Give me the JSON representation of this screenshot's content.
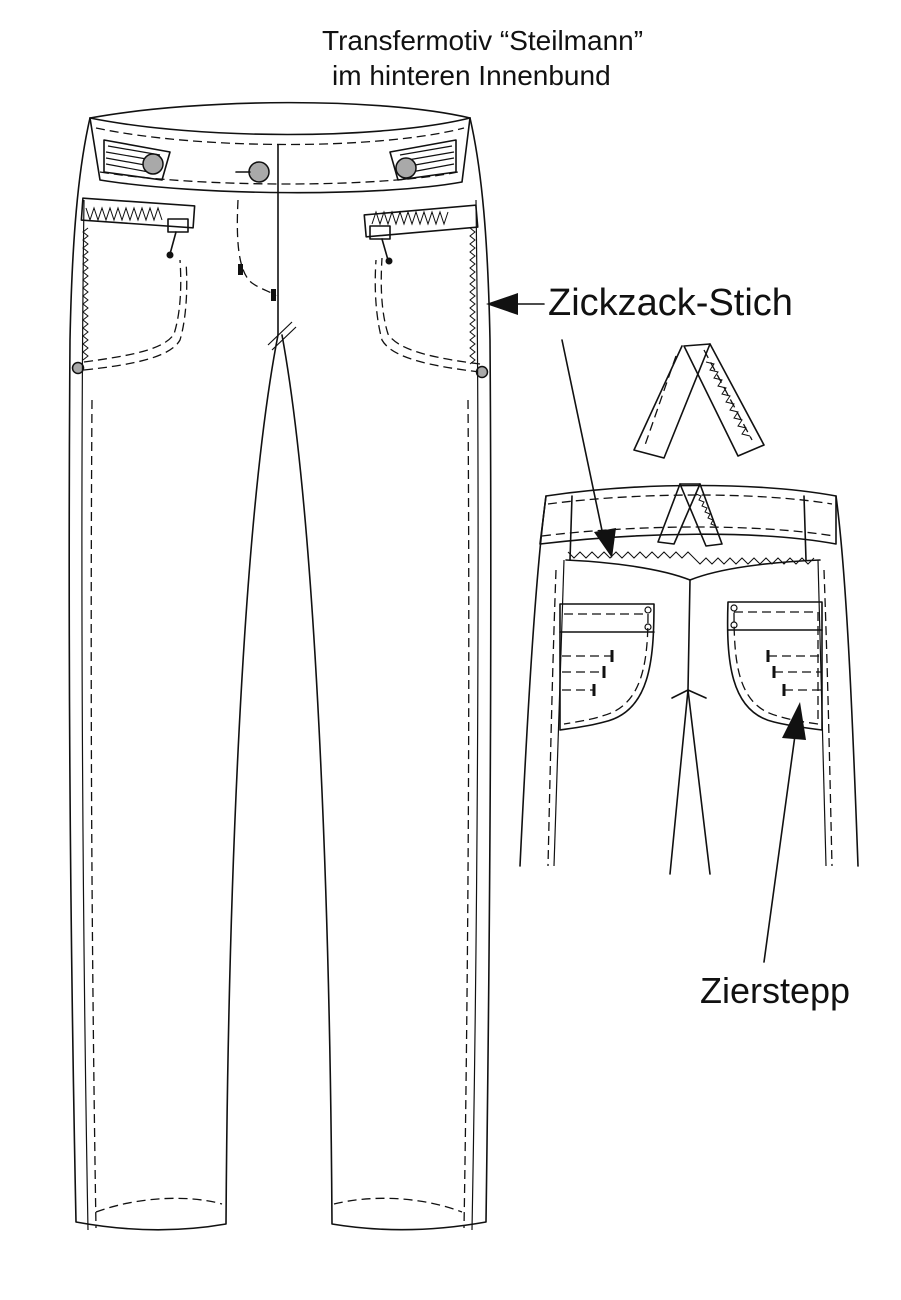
{
  "labels": {
    "transfer_line1": "Transfermotiv “Steilmann”",
    "transfer_line2": "im hinteren Innenbund",
    "zigzag": "Zickzack-Stich",
    "topstitch": "Zierstepp"
  },
  "colors": {
    "ink": "#111111",
    "button_fill": "#a9a9a9",
    "background": "#ffffff"
  }
}
